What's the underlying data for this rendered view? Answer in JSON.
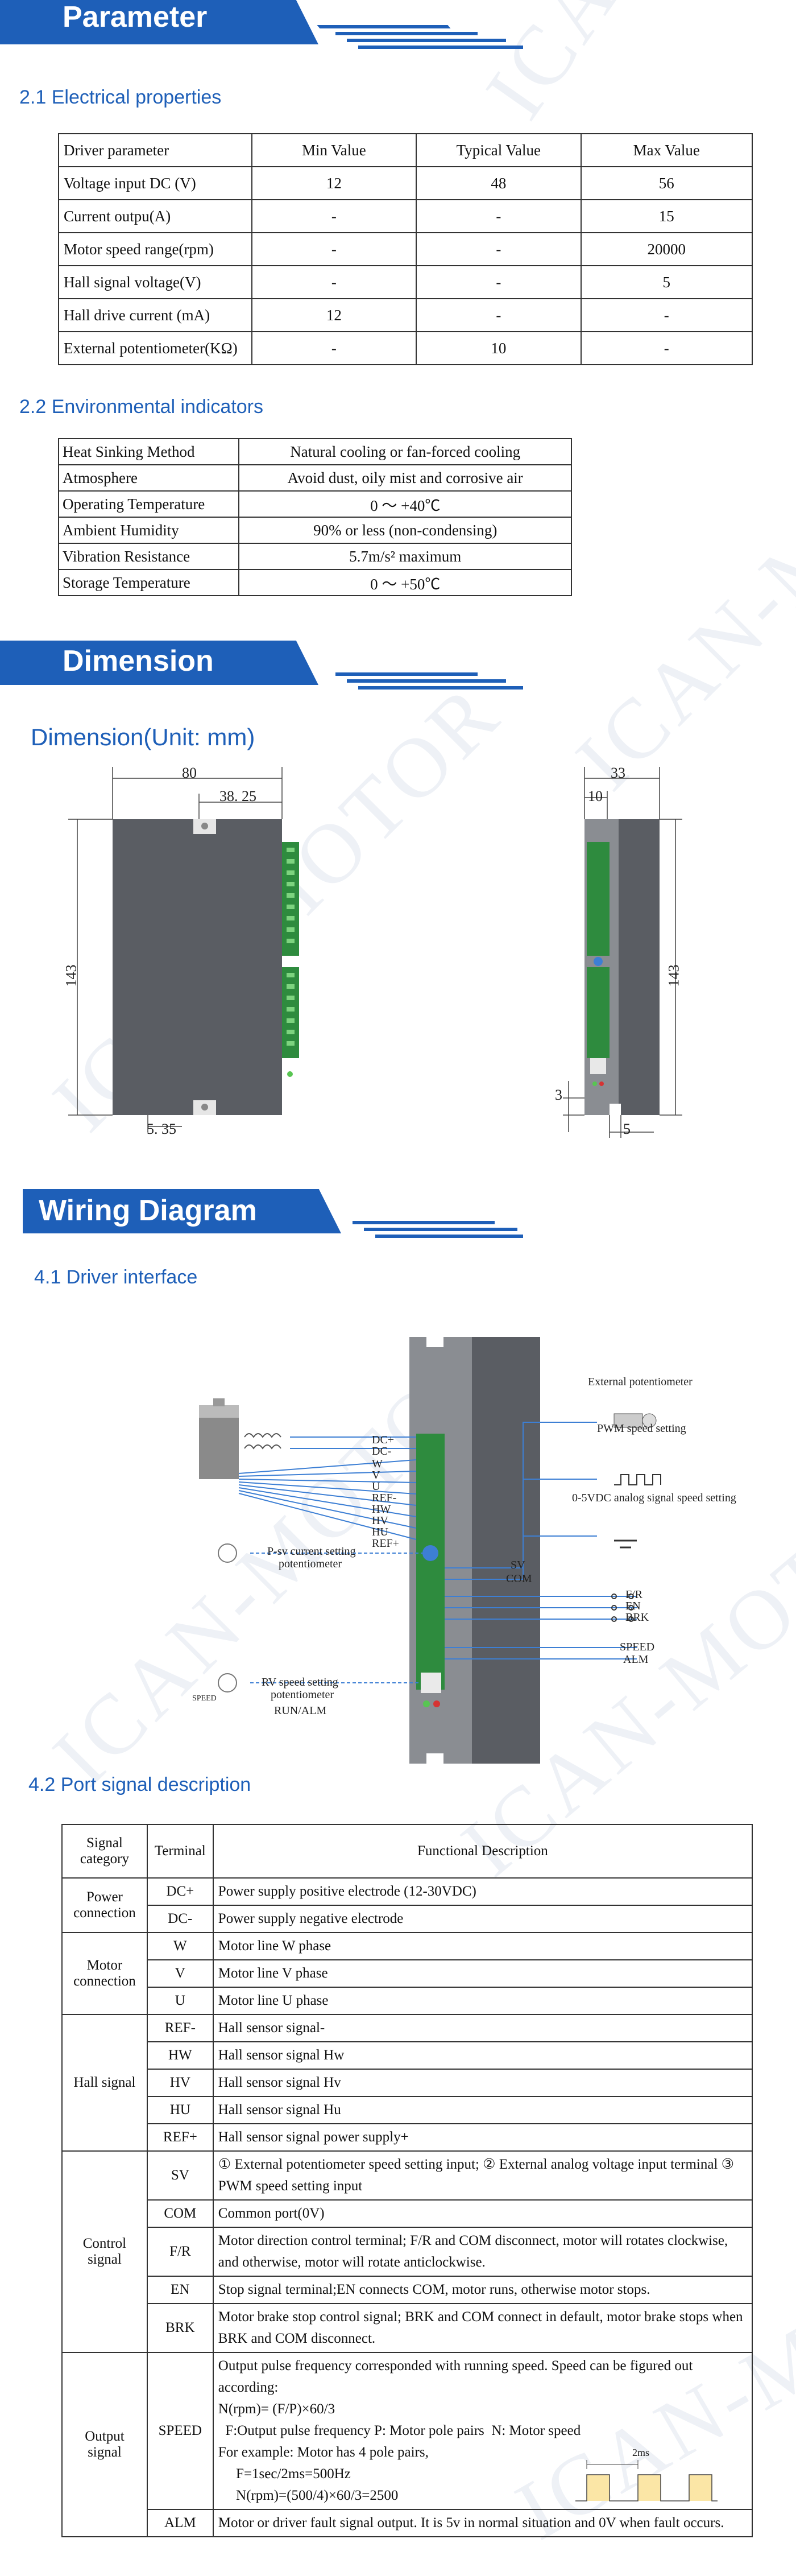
{
  "watermark": "ICAN-MOTOR",
  "sections": {
    "parameter": "Parameter",
    "dimension": "Dimension",
    "wiring": "Wiring Diagram"
  },
  "electrical": {
    "heading": "2.1   Electrical properties",
    "headers": [
      "Driver parameter",
      "Min Value",
      "Typical Value",
      "Max Value"
    ],
    "rows": [
      [
        "Voltage input DC (V)",
        "12",
        "48",
        "56"
      ],
      [
        "Current outpu(A)",
        "-",
        "-",
        "15"
      ],
      [
        "Motor speed range(rpm)",
        "-",
        "-",
        "20000"
      ],
      [
        "Hall signal voltage(V)",
        "-",
        "-",
        "5"
      ],
      [
        "Hall drive current (mA)",
        "12",
        "-",
        "-"
      ],
      [
        "External potentiometer(KΩ)",
        "-",
        "10",
        "-"
      ]
    ]
  },
  "environment": {
    "heading": "2.2  Environmental indicators",
    "rows": [
      [
        "Heat Sinking Method",
        "Natural cooling or fan-forced cooling"
      ],
      [
        "Atmosphere",
        "Avoid dust, oily mist and corrosive air"
      ],
      [
        "Operating Temperature",
        "0 ～ +40℃"
      ],
      [
        "Ambient  Humidity",
        "90% or less (non-condensing)"
      ],
      [
        "Vibration Resistance",
        "5.7m/s² maximum"
      ],
      [
        "Storage Temperature",
        "0 ～ +50℃"
      ]
    ]
  },
  "dimension": {
    "heading": "Dimension(Unit: mm)",
    "front": {
      "width": "80",
      "offset": "38. 25",
      "height": "143",
      "bottom": "5. 35"
    },
    "side": {
      "width": "33",
      "offset": "10",
      "height": "143",
      "bottom_left": "3",
      "bottom_right": "5"
    }
  },
  "wiring": {
    "heading": "4.1  Driver interface",
    "left_terminals": [
      "DC+",
      "DC-",
      "W",
      "V",
      "U",
      "REF-",
      "HW",
      "HV",
      "HU",
      "REF+"
    ],
    "mid_terminals": [
      "SV",
      "COM"
    ],
    "right_terminals": [
      "F/R",
      "EN",
      "BRK",
      "SPEED",
      "ALM"
    ],
    "labels": {
      "external_pot": "External potentiometer",
      "pwm": "PWM speed setting",
      "analog": "0-5VDC analog signal speed setting",
      "psv_line1": "P-sv current setting",
      "psv_line2": "potentiometer",
      "rv_line1": "RV speed setting",
      "rv_line2": "potentiometer",
      "run_alm": "RUN/ALM",
      "speed_icon": "SPEED"
    }
  },
  "ports": {
    "heading": "4.2  Port signal description",
    "headers": [
      "Signal category",
      "Terminal",
      "Functional Description"
    ],
    "groups": [
      {
        "category": "Power connection",
        "rows": [
          [
            "DC+",
            "Power supply positive electrode (12-30VDC)"
          ],
          [
            "DC-",
            "Power supply negative electrode"
          ]
        ]
      },
      {
        "category": "Motor connection",
        "rows": [
          [
            "W",
            "Motor line W phase"
          ],
          [
            "V",
            "Motor line V phase"
          ],
          [
            "U",
            "Motor line U phase"
          ]
        ]
      },
      {
        "category": "Hall signal",
        "rows": [
          [
            "REF-",
            "Hall sensor signal-"
          ],
          [
            "HW",
            "Hall sensor signal Hw"
          ],
          [
            "HV",
            "Hall sensor signal Hv"
          ],
          [
            "HU",
            "Hall sensor signal Hu"
          ],
          [
            "REF+",
            "Hall sensor signal power supply+"
          ]
        ]
      },
      {
        "category": "Control signal",
        "rows": [
          [
            "SV",
            "① External potentiometer speed setting input; ② External analog voltage input terminal ③ PWM speed setting input"
          ],
          [
            "COM",
            "Common port(0V)"
          ],
          [
            "F/R",
            "Motor direction control terminal; F/R and COM disconnect, motor will rotates clockwise, and otherwise, motor will rotate anticlockwise."
          ],
          [
            "EN",
            "Stop signal terminal;EN connects COM, motor runs, otherwise motor stops."
          ],
          [
            "BRK",
            "Motor brake stop control signal; BRK and COM connect in default, motor brake stops when BRK and COM disconnect."
          ]
        ]
      }
    ],
    "output": {
      "category": "Output signal",
      "speed_terminal": "SPEED",
      "speed_lines": [
        "Output pulse frequency corresponded with running speed. Speed can be figured out according:",
        "N(rpm)= (F/P)×60/3",
        "  F:Output pulse frequency P: Motor pole pairs  N: Motor speed",
        "For example: Motor has 4 pole pairs,",
        "     F=1sec/2ms=500Hz",
        "     N(rpm)=(500/4)×60/3=2500"
      ],
      "pulse_label": "2ms",
      "alm_terminal": "ALM",
      "alm_text": "Motor or driver fault signal output. It is 5v in normal situation and 0V when fault occurs."
    }
  }
}
